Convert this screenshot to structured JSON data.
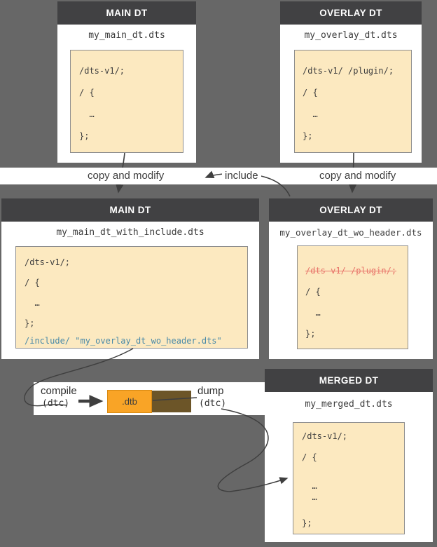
{
  "colors": {
    "background": "#676767",
    "header_bar": "#414143",
    "card_bg": "#ffffff",
    "code_box_bg": "#FCE9C0",
    "code_box_border": "#8e8e8e",
    "include_blue": "#4a8aa8",
    "strike_red": "#e8756a",
    "dtb_orange": "#F9A426",
    "dtb_shadow_brown": "#6C5528",
    "arrow": "#3f3f3f"
  },
  "top_main": {
    "header": "MAIN DT",
    "filename": "my_main_dt.dts",
    "lines": [
      "/dts-v1/;",
      "/ {",
      "  …",
      "};"
    ]
  },
  "top_overlay": {
    "header": "OVERLAY DT",
    "filename": "my_overlay_dt.dts",
    "lines": [
      "/dts-v1/ /plugin/;",
      "/ {",
      "  …",
      "};"
    ]
  },
  "mid_main": {
    "header": "MAIN DT",
    "filename": "my_main_dt_with_include.dts",
    "lines": [
      "/dts-v1/;",
      "/ {",
      "  …",
      "};",
      "/include/ \"my_overlay_dt_wo_header.dts\""
    ]
  },
  "mid_overlay": {
    "header": "OVERLAY DT",
    "filename": "my_overlay_dt_wo_header.dts",
    "lines": [
      "/dts-v1/ /plugin/;",
      "/ {",
      "  …",
      "};"
    ]
  },
  "merged": {
    "header": "MERGED DT",
    "filename": "my_merged_dt.dts",
    "lines": [
      "/dts-v1/;",
      "/ {",
      "  …",
      "  …",
      "};"
    ]
  },
  "labels": {
    "copy_left": "copy and modify",
    "include": "include",
    "copy_right": "copy and modify",
    "compile": "compile",
    "compile_tool": "(dtc)",
    "dtb": ".dtb",
    "dump": "dump",
    "dump_tool": "(dtc)"
  }
}
